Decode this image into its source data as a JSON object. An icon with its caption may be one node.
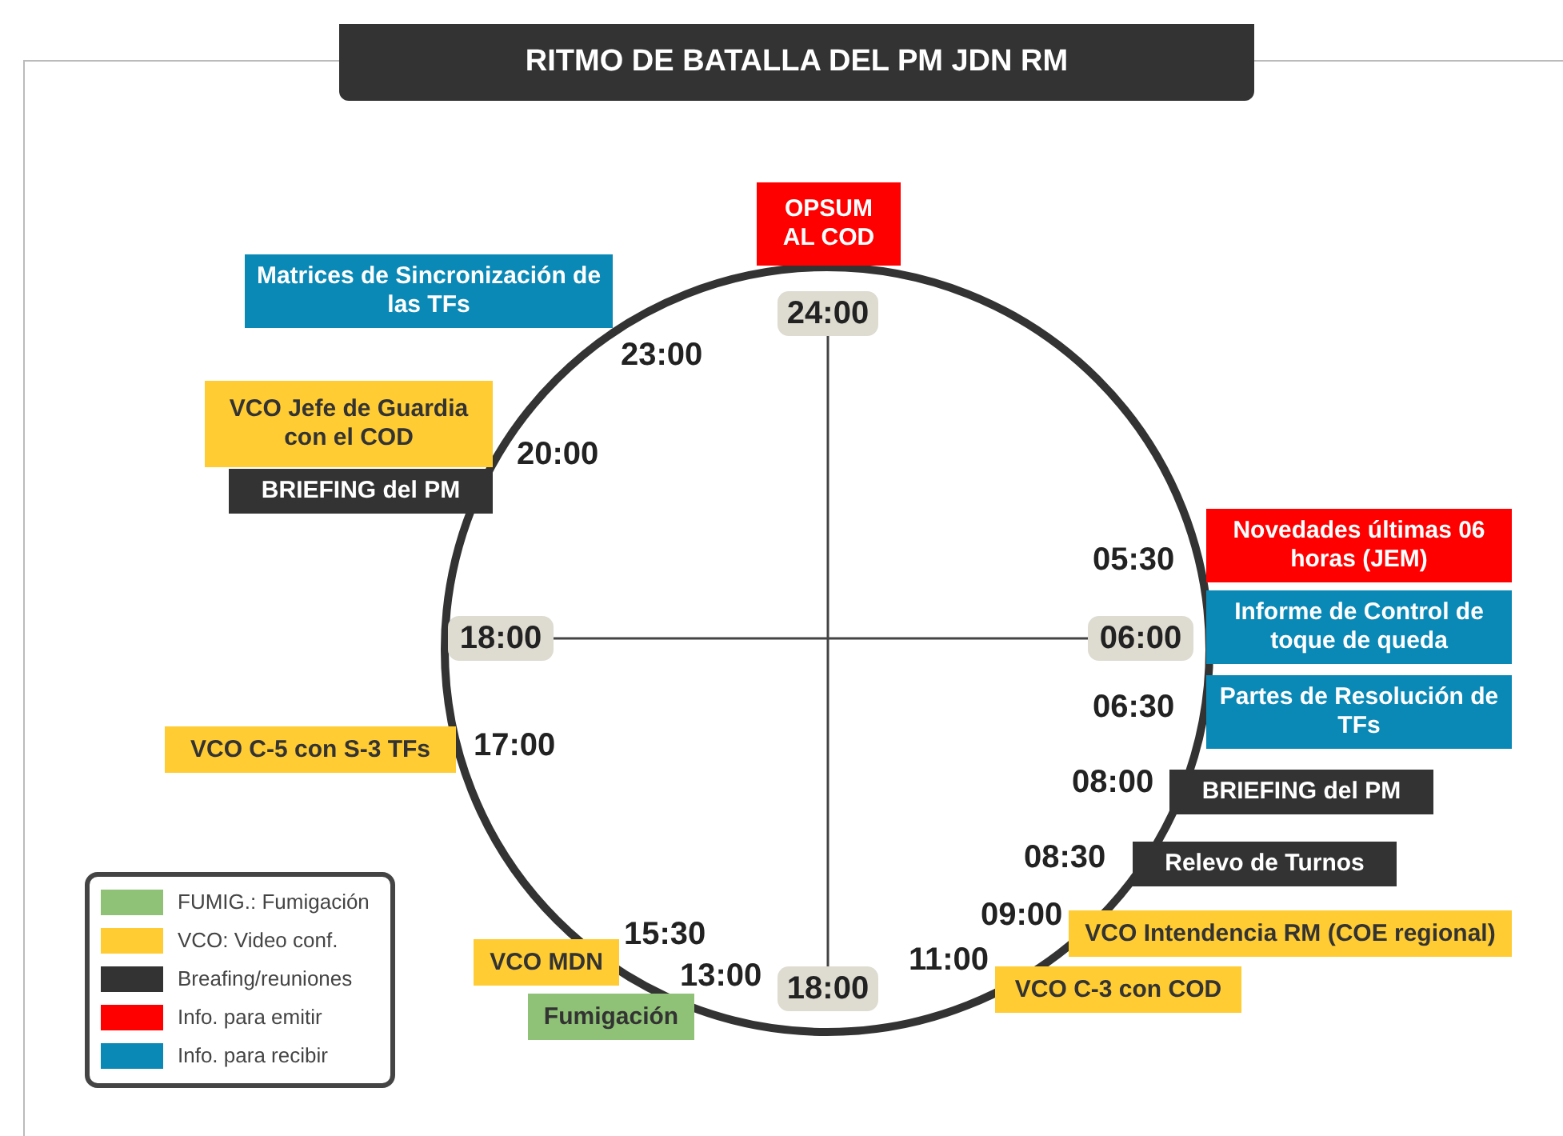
{
  "diagram": {
    "title": "RITMO DE BATALLA DEL PM JDN RM",
    "nodes": [
      {
        "text": [
          "OPSUM AL COD"
        ]
      },
      {
        "text": [
          "Matrices de Sincronización de las TFs"
        ]
      },
      {
        "text": [
          "24:00"
        ]
      },
      {
        "text": [
          "VCO Jefe de Guardia con el COD"
        ]
      },
      {
        "text": [
          "BRIEFING del PM"
        ]
      },
      {
        "text": [
          "Novedades últimas 06 horas (JEM)"
        ]
      },
      {
        "text": [
          "18:00"
        ]
      },
      {
        "text": [
          "06:00"
        ]
      },
      {
        "text": [
          "Informe de Control de toque de queda"
        ]
      },
      {
        "text": [
          "Partes de Resolución de TFs"
        ]
      },
      {
        "text": [
          "VCO C-5 con S-3 TFs"
        ]
      },
      {
        "text": [
          "BRIEFING del PM"
        ]
      },
      {
        "text": [
          "Relevo de Turnos"
        ]
      },
      {
        "text": [
          "VCO Intendencia RM (COE regional)"
        ]
      },
      {
        "text": [
          "VCO MDN"
        ]
      },
      {
        "text": [
          "VCO C-3 con COD"
        ]
      },
      {
        "text": [
          "18:00"
        ]
      },
      {
        "text": [
          "Fumigación"
        ]
      }
    ],
    "edges": [
      {
        "from": 2,
        "to": 16,
        "arrow": "none"
      },
      {
        "from": 6,
        "to": 7,
        "arrow": "none"
      }
    ],
    "labels": [
      "23:00",
      "20:00",
      "05:30",
      "06:30",
      "17:00",
      "08:00",
      "08:30",
      "09:00",
      "15:30",
      "11:00",
      "13:00"
    ],
    "legend": [
      {
        "text": "FUMIG.: Fumigación",
        "color": "#8fc276"
      },
      {
        "text": "VCO: Video conf.",
        "color": "#ffcc33"
      },
      {
        "text": "Breafing/reuniones",
        "color": "#333333"
      },
      {
        "text": "Info. para emitir",
        "color": "#ff0000"
      },
      {
        "text": "Info. para recibir",
        "color": "#0a88b6"
      }
    ]
  }
}
